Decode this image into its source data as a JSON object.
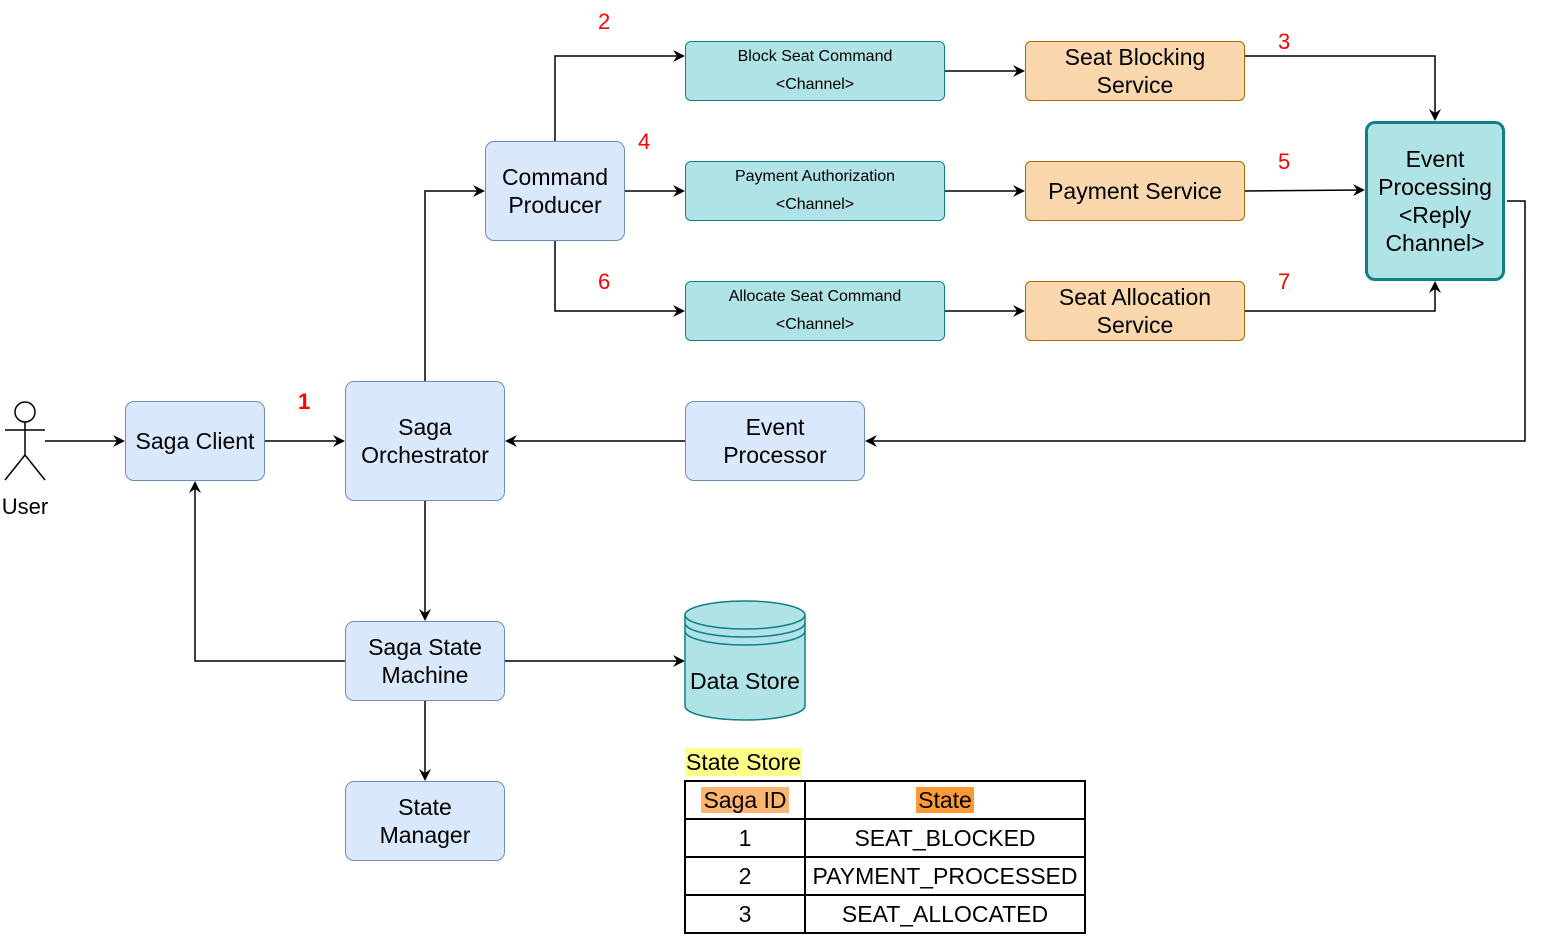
{
  "actor": {
    "label": "User"
  },
  "nodes": {
    "saga_client": "Saga Client",
    "saga_orchestrator": [
      "Saga",
      "Orchestrator"
    ],
    "command_producer": [
      "Command",
      "Producer"
    ],
    "block_seat_channel": [
      "Block Seat Command",
      "<Channel>"
    ],
    "payment_auth_channel": [
      "Payment Authorization",
      "<Channel>"
    ],
    "allocate_seat_channel": [
      "Allocate Seat Command",
      "<Channel>"
    ],
    "seat_blocking_service": [
      "Seat Blocking",
      "Service"
    ],
    "payment_service": "Payment Service",
    "seat_allocation_service": [
      "Seat Allocation",
      "Service"
    ],
    "event_processing": [
      "Event",
      "Processing",
      "<Reply",
      "Channel>"
    ],
    "event_processor": [
      "Event",
      "Processor"
    ],
    "saga_state_machine": [
      "Saga State",
      "Machine"
    ],
    "state_manager": [
      "State",
      "Manager"
    ],
    "data_store": "Data Store"
  },
  "step_numbers": [
    "1",
    "2",
    "3",
    "4",
    "5",
    "6",
    "7"
  ],
  "state_store": {
    "title": "State Store",
    "headers": [
      "Saga ID",
      "State"
    ],
    "rows": [
      [
        "1",
        "SEAT_BLOCKED"
      ],
      [
        "2",
        "PAYMENT_PROCESSED"
      ],
      [
        "3",
        "SEAT_ALLOCATED"
      ]
    ]
  },
  "colors": {
    "blue_fill": "#dae8fc",
    "blue_stroke": "#6c8ebf",
    "orange_fill": "#fad7ac",
    "orange_stroke": "#b46504",
    "teal_fill": "#b0e3e6",
    "teal_stroke": "#0e8088",
    "step_number": "#ff0000"
  }
}
